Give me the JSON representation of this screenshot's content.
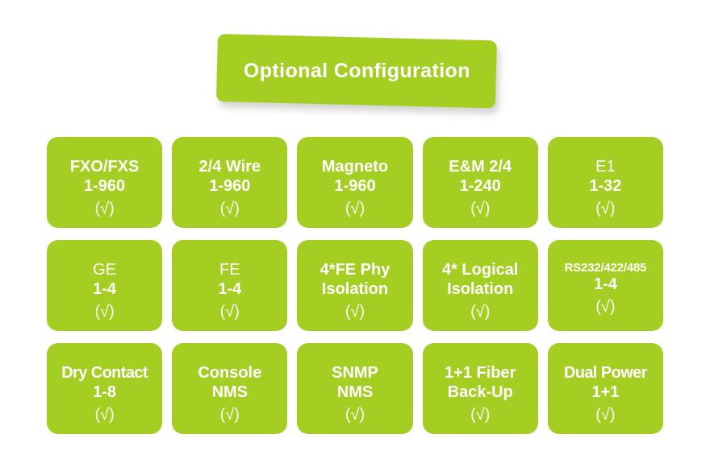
{
  "banner": {
    "title": "Optional Configuration",
    "color": "#a5ce22",
    "text_color": "#ffffff"
  },
  "theme": {
    "background": "#ffffff",
    "tile_color": "#a5ce22",
    "tile_text_color": "#ffffff"
  },
  "grid": {
    "columns": 5,
    "rows": 3,
    "tiles": [
      {
        "name": "fxo-fxs",
        "line1": "FXO/FXS",
        "line2": "1-960",
        "check": "(√)",
        "weight1": "bold",
        "weight2": "bold"
      },
      {
        "name": "2-4-wire",
        "line1": "2/4 Wire",
        "line2": "1-960",
        "check": "(√)",
        "weight1": "bold",
        "weight2": "bold"
      },
      {
        "name": "magneto",
        "line1": "Magneto",
        "line2": "1-960",
        "check": "(√)",
        "weight1": "bold",
        "weight2": "bold"
      },
      {
        "name": "em-2-4",
        "line1": "E&M 2/4",
        "line2": "1-240",
        "check": "(√)",
        "weight1": "bold",
        "weight2": "bold"
      },
      {
        "name": "e1",
        "line1": "E1",
        "line2": "1-32",
        "check": "(√)",
        "weight1": "light",
        "weight2": "bold"
      },
      {
        "name": "ge",
        "line1": "GE",
        "line2": "1-4",
        "check": "(√)",
        "weight1": "light",
        "weight2": "bold"
      },
      {
        "name": "fe",
        "line1": "FE",
        "line2": "1-4",
        "check": "(√)",
        "weight1": "light",
        "weight2": "bold"
      },
      {
        "name": "4-fe-phy-isolation",
        "line1": "4*FE Phy",
        "line2": "Isolation",
        "check": "(√)",
        "weight1": "bold",
        "weight2": "bold"
      },
      {
        "name": "4-logical-isolation",
        "line1": "4* Logical",
        "line2": "Isolation",
        "check": "(√)",
        "weight1": "bold",
        "weight2": "bold"
      },
      {
        "name": "rs232-422-485",
        "line1": "RS232/422/485",
        "line2": "1-4",
        "check": "(√)",
        "weight1": "small",
        "weight2": "bold"
      },
      {
        "name": "dry-contact",
        "line1": "Dry Contact",
        "line2": "1-8",
        "check": "(√)",
        "weight1": "wide",
        "weight2": "bold"
      },
      {
        "name": "console-nms",
        "line1": "Console",
        "line2": "NMS",
        "check": "(√)",
        "weight1": "bold",
        "weight2": "bold"
      },
      {
        "name": "snmp-nms",
        "line1": "SNMP",
        "line2": "NMS",
        "check": "(√)",
        "weight1": "bold",
        "weight2": "bold"
      },
      {
        "name": "1-plus-1-fiber-backup",
        "line1": "1+1 Fiber",
        "line2": "Back-Up",
        "check": "(√)",
        "weight1": "bold",
        "weight2": "bold"
      },
      {
        "name": "dual-power",
        "line1": "Dual Power",
        "line2": "1+1",
        "check": "(√)",
        "weight1": "wide",
        "weight2": "bold"
      }
    ]
  }
}
